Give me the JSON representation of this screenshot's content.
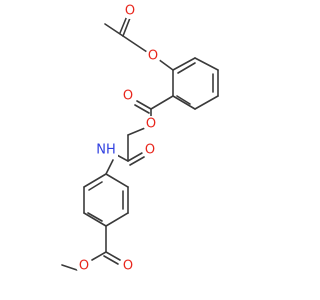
{
  "molecule": {
    "colors": {
      "bond": "#3a3a3a",
      "oxygen": "#e8261c",
      "nitrogen": "#2f3fe0"
    },
    "atom_labels": {
      "ester_o_acetoxy": "O",
      "carbonyl_o_acetoxy": "O",
      "ester_o_benzoate": "O",
      "carbonyl_o_benzoate": "O",
      "carbonyl_o_amide": "O",
      "amide_nh": "NH",
      "carbonyl_o_methyl_ester": "O",
      "ester_o_methyl": "O"
    }
  }
}
